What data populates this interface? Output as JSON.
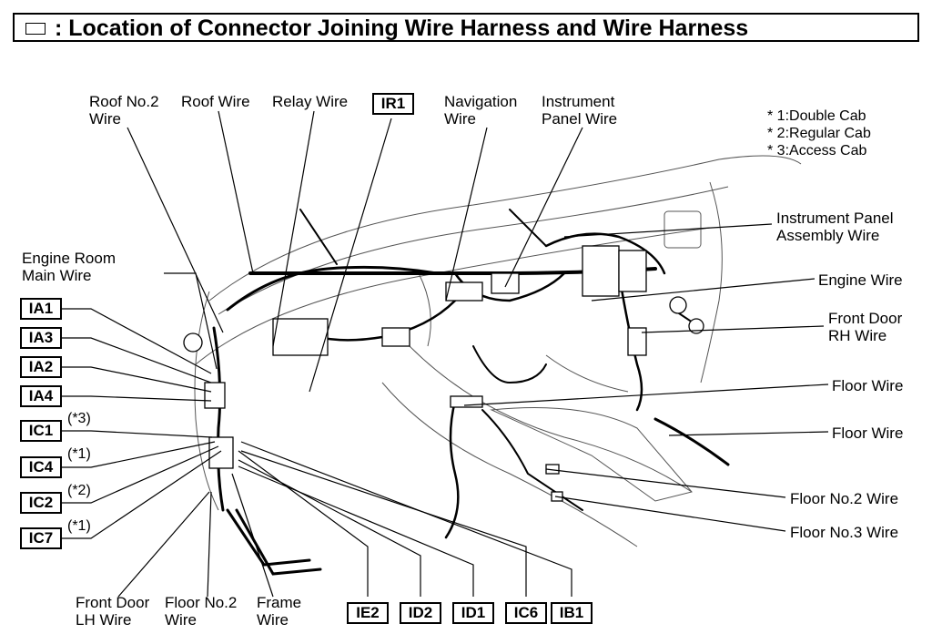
{
  "title": ": Location of Connector Joining Wire Harness and Wire Harness",
  "notes": [
    "* 1:Double Cab",
    "* 2:Regular Cab",
    "* 3:Access Cab"
  ],
  "labels": {
    "roof_no2_wire": "Roof No.2\nWire",
    "roof_wire": "Roof Wire",
    "relay_wire": "Relay Wire",
    "navigation_wire": "Navigation\nWire",
    "instrument_panel_wire": "Instrument\nPanel Wire",
    "engine_room_main_wire": "Engine Room\nMain Wire",
    "instrument_panel_assembly_wire": "Instrument Panel\nAssembly Wire",
    "engine_wire": "Engine Wire",
    "front_door_rh_wire": "Front Door\nRH Wire",
    "floor_wire_1": "Floor Wire",
    "floor_wire_2": "Floor Wire",
    "floor_no2_wire_right": "Floor No.2 Wire",
    "floor_no3_wire": "Floor No.3 Wire",
    "front_door_lh_wire": "Front Door\nLH Wire",
    "floor_no2_wire_bottom": "Floor No.2\nWire",
    "frame_wire": "Frame\nWire"
  },
  "connectors": {
    "ir1": "IR1",
    "ia1": "IA1",
    "ia3": "IA3",
    "ia2": "IA2",
    "ia4": "IA4",
    "ic1": "IC1",
    "ic4": "IC4",
    "ic2": "IC2",
    "ic7": "IC7",
    "ie2": "IE2",
    "id2": "ID2",
    "id1": "ID1",
    "ic6": "IC6",
    "ib1": "IB1"
  },
  "connector_notes": {
    "ic1": "(*3)",
    "ic4": "(*1)",
    "ic2": "(*2)",
    "ic7": "(*1)"
  }
}
